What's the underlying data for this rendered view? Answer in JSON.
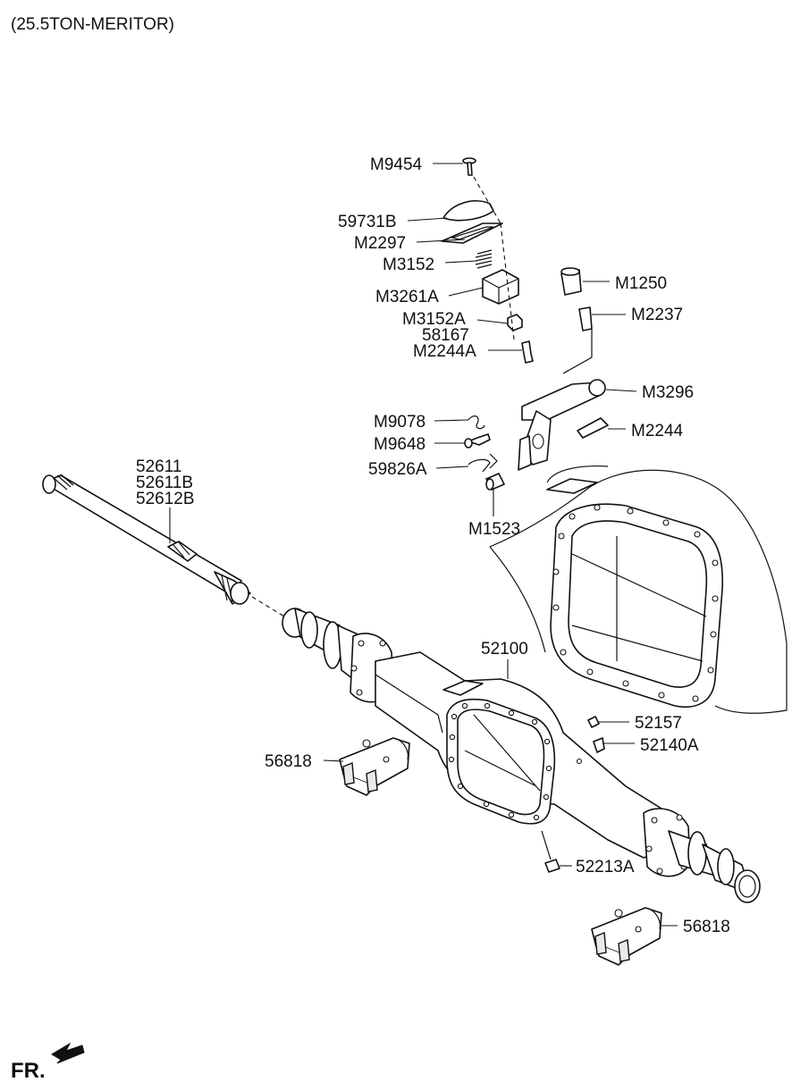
{
  "title": "(25.5TON-MERITOR)",
  "orientation_label": "FR.",
  "parts": [
    {
      "id": "M9454"
    },
    {
      "id": "59731B"
    },
    {
      "id": "M2297"
    },
    {
      "id": "M3152"
    },
    {
      "id": "M3261A"
    },
    {
      "id": "M3152A"
    },
    {
      "id": "58167"
    },
    {
      "id": "M2244A"
    },
    {
      "id": "M1250"
    },
    {
      "id": "M2237"
    },
    {
      "id": "M3296"
    },
    {
      "id": "M9078"
    },
    {
      "id": "M9648"
    },
    {
      "id": "M2244"
    },
    {
      "id": "59826A"
    },
    {
      "id": "M1523"
    },
    {
      "id": "52611"
    },
    {
      "id": "52611B"
    },
    {
      "id": "52612B"
    },
    {
      "id": "52100"
    },
    {
      "id": "52157"
    },
    {
      "id": "52140A"
    },
    {
      "id": "56818"
    },
    {
      "id": "52213A"
    },
    {
      "id": "56818"
    }
  ]
}
